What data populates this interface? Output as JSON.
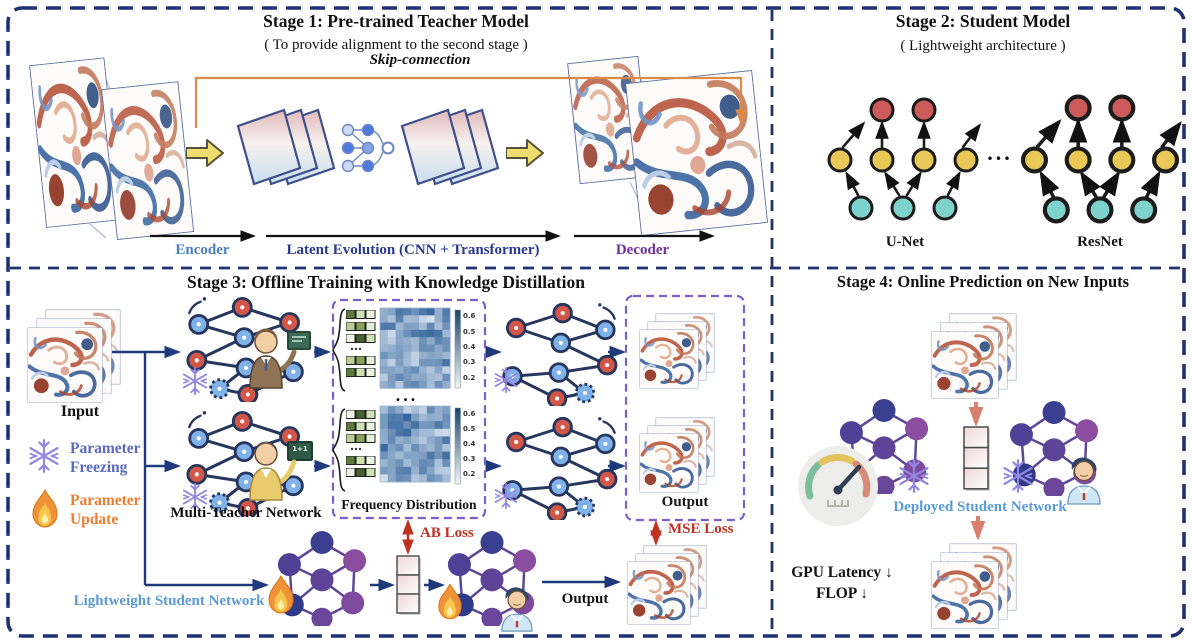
{
  "figure": {
    "description": "Four-stage knowledge distillation pipeline diagram for fluid prediction models"
  },
  "colors": {
    "panel_border": "#1e3272",
    "distill_box": "#7b5ec7",
    "skip_connection": "#dd8a45",
    "loss_text": "#bf3222",
    "encoder_label": "#4a7ebb",
    "latent_label": "#2b3990",
    "decoder_label": "#7030a0",
    "student_label": "#5b9bd5",
    "freeze_label": "#5b6abf",
    "update_label": "#ed7d31"
  },
  "icons": {
    "snowflake-icon": "parameter freezing",
    "flame-icon": "parameter update",
    "gauge-icon": "speedometer",
    "teacher-icon": "teacher person",
    "student-icon": "student person",
    "block-arrow-icon": "yellow forward arrow"
  },
  "stage1": {
    "title": "Stage 1: Pre-trained Teacher Model",
    "subtitle": "( To provide alignment to the second stage )",
    "skip_label": "Skip-connection",
    "encoder_label": "Encoder",
    "latent_label": "Latent Evolution (CNN + Transformer)",
    "decoder_label": "Decoder"
  },
  "stage2": {
    "title": "Stage 2: Student Model",
    "subtitle": "( Lightweight architecture )",
    "unet_label": "U-Net",
    "resnet_label": "ResNet",
    "ellipsis": "..."
  },
  "stage3": {
    "title": "Stage 3: Offline Training with Knowledge Distillation",
    "input_label": "Input",
    "freeze_label": "Parameter Freezing",
    "update_label": "Parameter Update",
    "multi_teacher_label": "Multi-Teacher Network",
    "frequency_label": "Frequency Distribution",
    "colorbar_ticks": [
      "0.6",
      "0.5",
      "0.4",
      "0.3",
      "0.2"
    ],
    "ellipsis": "...",
    "board_text": "1+1",
    "ab_loss_label": "AB Loss",
    "mse_loss_label": "MSE Loss",
    "output_box_label": "Output",
    "output_label": "Output",
    "student_label": "Lightweight Student Network"
  },
  "stage4": {
    "title": "Stage 4: Online Prediction on New Inputs",
    "deployed_label": "Deployed Student Network",
    "gpu_label": "GPU Latency ↓",
    "flop_label": "FLOP ↓"
  }
}
